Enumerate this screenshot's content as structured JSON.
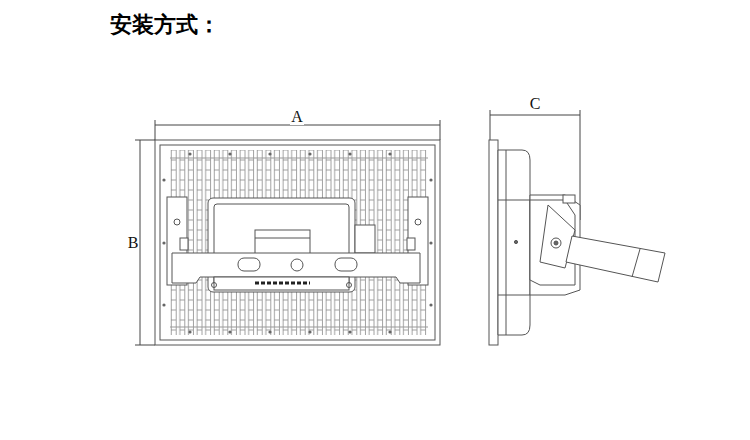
{
  "diagram": {
    "title": "安装方式：",
    "labels": [
      "A",
      "B",
      "C"
    ]
  }
}
